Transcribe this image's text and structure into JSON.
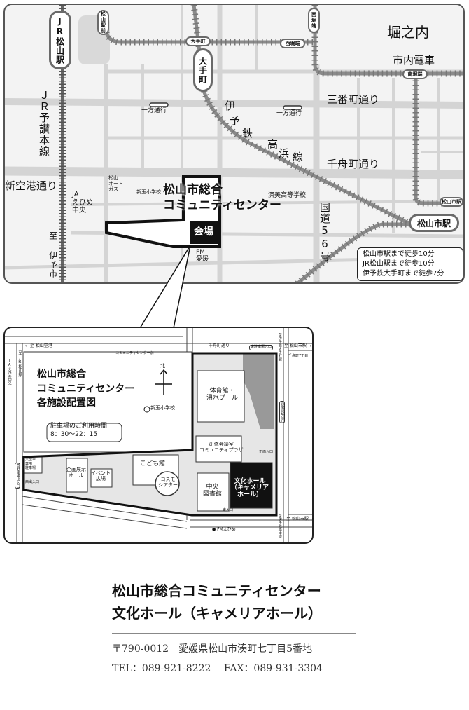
{
  "area_map": {
    "stations": {
      "jr_matsuyama": "JR松山駅",
      "matsuyama_ekimae": "松山駅前",
      "otemachi_tram": "大手町",
      "otemachi_rail": "大手町",
      "nishihoribata_v": "西堀端",
      "nishihoribata_h": "西堀端",
      "minamihoribata": "南堀端",
      "matsuyamashi_tram": "松山市駅",
      "matsuyamashi": "松山市駅"
    },
    "areas": {
      "horinouchi": "堀之内",
      "tram": "市内電車"
    },
    "roads": {
      "sanbancho": "三番町通り",
      "chifunemachi": "千舟町通り",
      "shinkuko": "新空港通り",
      "route56": "国道56号",
      "one_way_1": "一方通行",
      "one_way_2": "一方通行"
    },
    "rail_lines": {
      "jr_yosan": "ＪＲ予讃本線",
      "iyotetsu": [
        "伊",
        "予",
        "鉄",
        "高",
        "浜",
        "線"
      ]
    },
    "landmarks": {
      "ja": "JA\nえひめ\n中央",
      "autogas": "松山\nオート\nガス",
      "shintama": "新玉小学校",
      "saibi": "済美高等学校",
      "fm": "FM\n愛媛",
      "to_iyo": "至 伊予市"
    },
    "venue": {
      "name_1": "松山市総合",
      "name_2": "コミュニティセンター",
      "marker": "会場"
    },
    "access": [
      "松山市駅まで徒歩10分",
      "JR松山駅まで徒歩10分",
      "伊予鉄大手町まで徒歩7分"
    ]
  },
  "site_map": {
    "title": [
      "松山市総合",
      "コミュニティセンター",
      "各施設配置図"
    ],
    "north": "北",
    "school": "新玉小学校",
    "parking_hours_label": "駐車場のご利用時間",
    "parking_hours": "8：30〜22：15",
    "buildings": {
      "gym": "体育館・\n温水プール",
      "training": "研修会議室\nコミュニティプラザ",
      "library": "中央\n図書館",
      "culture_hall": "文化ホール\n（キャメリア\nホール）",
      "kids": "こども館",
      "cosmo": "コスモ\nシアター",
      "exhibit": "企画展示\nホール",
      "event": "イベント\n広場",
      "bus_parking": "大型車\n専用\n駐車場"
    },
    "labels": {
      "to_airport": "← 至 松山空港",
      "chifune": "千舟町通り",
      "east_parking": "東駐車場入口",
      "to_shieki_top": "至 松山市駅 →",
      "chifune7": "千舟町7丁目",
      "to_otemachi": "至伊予鉄大手町駅",
      "to_jr": "至JR松山駅",
      "ja": "JAえひめ中央",
      "center_mae": "コミュニティセンター前",
      "west_parking": "西駐車場出入口",
      "west_entrance": "西出入口",
      "east_exit": "東駐車場出口",
      "front_entrance": "正面入口",
      "east_entrance": "東入口",
      "fm": "● FMえひめ",
      "to_gunchu": "至伊予鉄郡中線",
      "to_shieki_bottom": "至 松山市駅 →"
    }
  },
  "footer": {
    "title_1": "松山市総合コミュニティセンター",
    "title_2": "文化ホール（キャメリアホール）",
    "address": "〒790-0012　愛媛県松山市湊町七丁目5番地",
    "tel": "TEL：089-921-8222　 FAX：089-931-3304"
  }
}
